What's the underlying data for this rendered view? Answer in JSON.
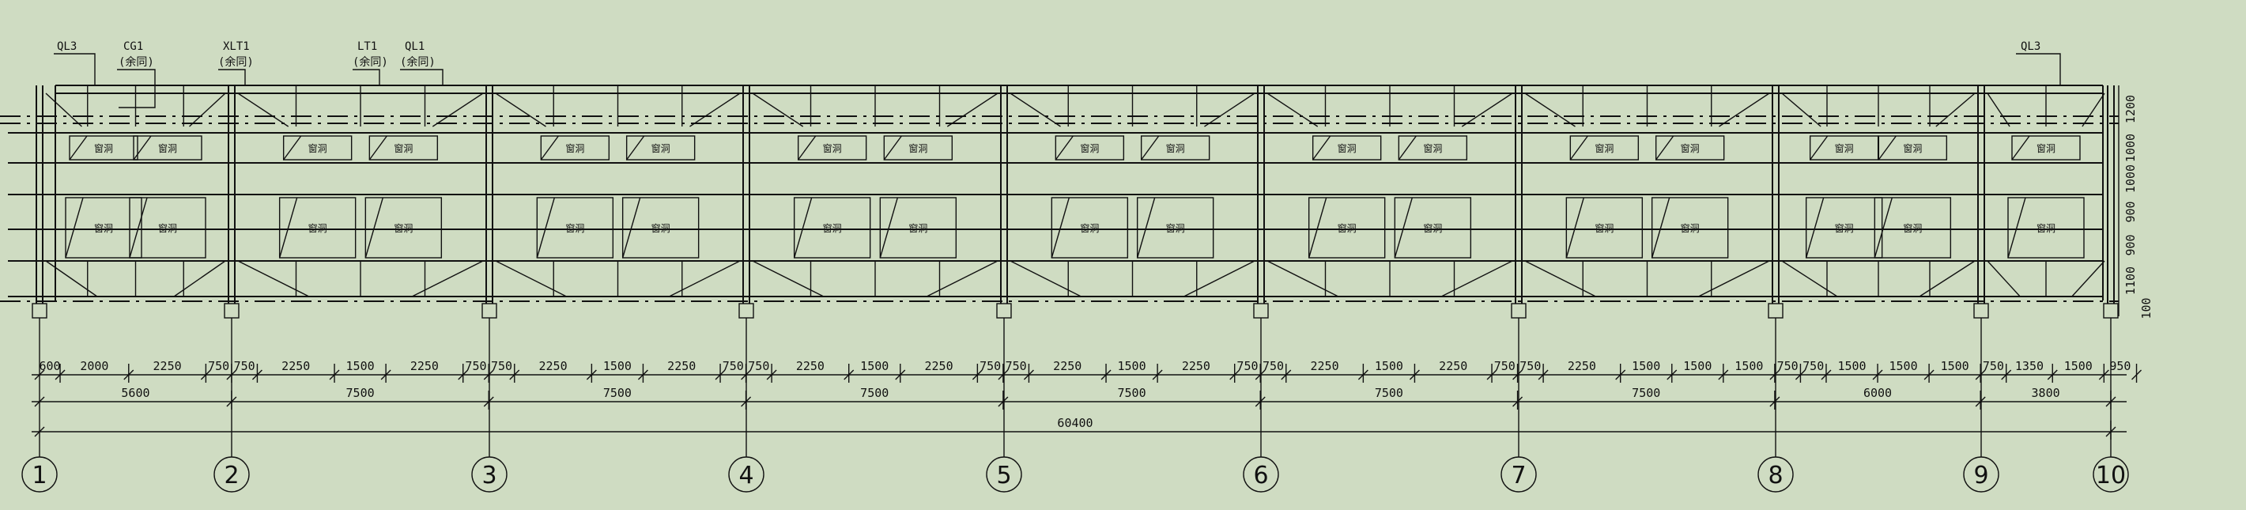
{
  "top_tags": [
    {
      "id": "ql3-left",
      "text": "QL3",
      "sub": ""
    },
    {
      "id": "cg1",
      "text": "CG1",
      "sub": "(余同)"
    },
    {
      "id": "xlt1",
      "text": "XLT1",
      "sub": "(余同)"
    },
    {
      "id": "lt1",
      "text": "LT1",
      "sub": "(余同)"
    },
    {
      "id": "ql1",
      "text": "QL1",
      "sub": "(余同)"
    },
    {
      "id": "ql3-right",
      "text": "QL3",
      "sub": ""
    }
  ],
  "window_label": "窗洞",
  "right_dims": [
    "1200",
    "1000",
    "1000",
    "900",
    "900",
    "1100",
    "100"
  ],
  "dim_row1": [
    "600",
    "2000",
    "2250",
    "750",
    "750",
    "2250",
    "1500",
    "2250",
    "750",
    "750",
    "2250",
    "1500",
    "2250",
    "750",
    "750",
    "2250",
    "1500",
    "2250",
    "750",
    "750",
    "2250",
    "1500",
    "2250",
    "750",
    "750",
    "2250",
    "1500",
    "2250",
    "750",
    "750",
    "2250",
    "1500",
    "1500",
    "1500",
    "750",
    "750",
    "1500",
    "1500",
    "1500",
    "750",
    "1350",
    "1500",
    "950"
  ],
  "dim_row2": [
    "5600",
    "7500",
    "7500",
    "7500",
    "7500",
    "7500",
    "7500",
    "6000",
    "3800"
  ],
  "dim_total": "60400",
  "axis_labels": [
    "1",
    "2",
    "3",
    "4",
    "5",
    "6",
    "7",
    "8",
    "9",
    "10"
  ]
}
